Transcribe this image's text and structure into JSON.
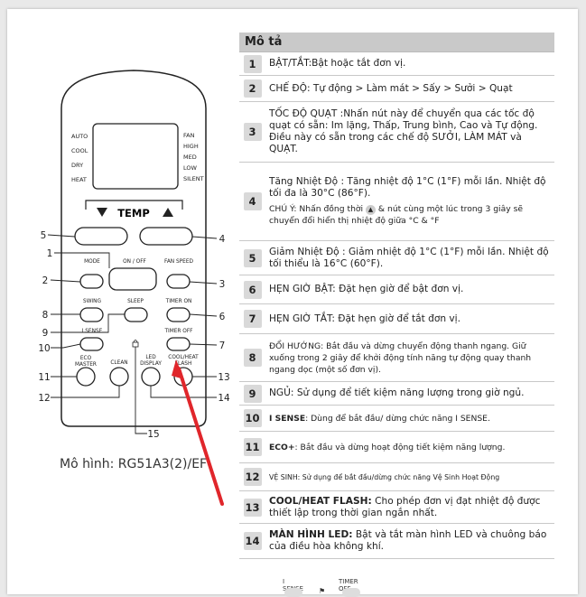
{
  "remote": {
    "modes_left": [
      "AUTO",
      "COOL",
      "DRY",
      "HEAT"
    ],
    "modes_right": [
      "FAN",
      "HIGH",
      "MED",
      "LOW",
      "SILENT"
    ],
    "temp_label": "TEMP",
    "buttons": {
      "on_off": "ON / OFF",
      "mode": "MODE",
      "fan_speed": "FAN SPEED",
      "swing": "SWING",
      "sleep": "SLEEP",
      "timer_on": "TIMER ON",
      "isense": "I SENSE",
      "timer_off": "TIMER OFF",
      "eco_line1": "ECO",
      "eco_line2": "MASTER",
      "clean": "CLEAN",
      "led_line1": "LED",
      "led_line2": "DISPLAY",
      "flash_line1": "COOL/HEAT",
      "flash_line2": "FLASH"
    },
    "callouts": [
      "5",
      "1",
      "2",
      "8",
      "9",
      "10",
      "11",
      "12",
      "15",
      "4",
      "3",
      "6",
      "7",
      "13",
      "14"
    ],
    "model": "Mô hình: RG51A3(2)/EF"
  },
  "table": {
    "header": "Mô tả",
    "rows": [
      {
        "num": "1",
        "title": "BẬT/TẮT:",
        "text": "Bật hoặc tắt đơn vị."
      },
      {
        "num": "2",
        "title": "CHẾ ĐỘ:",
        "text": " Tự động > Làm mát > Sấy > Sưởi > Quạt"
      },
      {
        "num": "3",
        "title": "TỐC ĐỘ QUẠT :",
        "text": "Nhấn nút này để chuyển qua các tốc độ quạt có sẵn: Im lặng, Thấp, Trung bình, Cao và Tự động. Điều này có sẵn trong các chế độ SƯỞI, LÀM MÁT và QUẠT."
      },
      {
        "num": "4",
        "title": "Tăng Nhiệt Độ : ",
        "text": "Tăng nhiệt độ 1°C (1°F) mỗi lần. Nhiệt độ tối đa là 30°C (86°F).",
        "note_a": "CHÚ Ý: Nhấn đồng thời",
        "note_b": "& nút cùng một lúc trong 3 giây sẽ chuyển đổi hiển thị nhiệt độ giữa °C & °F"
      },
      {
        "num": "5",
        "title": "Giảm Nhiệt Độ : ",
        "text": "Giảm nhiệt độ 1°C (1°F) mỗi lần. Nhiệt độ tối thiểu là 16°C (60°F)."
      },
      {
        "num": "6",
        "title": "HẸN GIỜ BẬT:",
        "text": " Đặt hẹn giờ để bật đơn vị."
      },
      {
        "num": "7",
        "title": "HẸN GIỜ TẮT:",
        "text": " Đặt hẹn giờ để tắt đơn vị."
      },
      {
        "num": "8",
        "title": "ĐỔI HƯỚNG",
        "text": ": Bắt đầu và dừng chuyển động thanh ngang. Giữ xuống trong 2 giây để khởi động tính năng tự động quay thanh ngang dọc (một số đơn vị)."
      },
      {
        "num": "9",
        "title": "NGỦ:",
        "text": " Sử dụng để tiết kiệm năng lượng trong giờ ngủ."
      },
      {
        "num": "10",
        "title": "I SENSE",
        "text": ": Dùng để bắt đầu/ dừng chức năng I SENSE."
      },
      {
        "num": "11",
        "title": "ECO+",
        "text": ": Bắt đầu và dừng hoạt động tiết kiệm năng lượng."
      },
      {
        "num": "12",
        "title": "VỆ SINH:",
        "text": " Sử dụng để bắt đầu/dừng chức năng Vệ Sinh Hoạt Động"
      },
      {
        "num": "13",
        "title": "COOL/HEAT FLASH:",
        "text": " Cho phép đơn vị đạt nhiệt độ được thiết lập trong thời gian ngắn nhất."
      },
      {
        "num": "14",
        "title": "MÀN HÌNH LED:",
        "text": " Bật và tắt màn hình LED và chuông báo của điều hòa không khí."
      }
    ]
  },
  "footer": {
    "isense": "I SENSE",
    "timer_off": "TIMER OFF"
  },
  "colors": {
    "arrow": "#e0262b",
    "header_bg": "#c9c9c9",
    "num_bg": "#d9d9d9"
  }
}
